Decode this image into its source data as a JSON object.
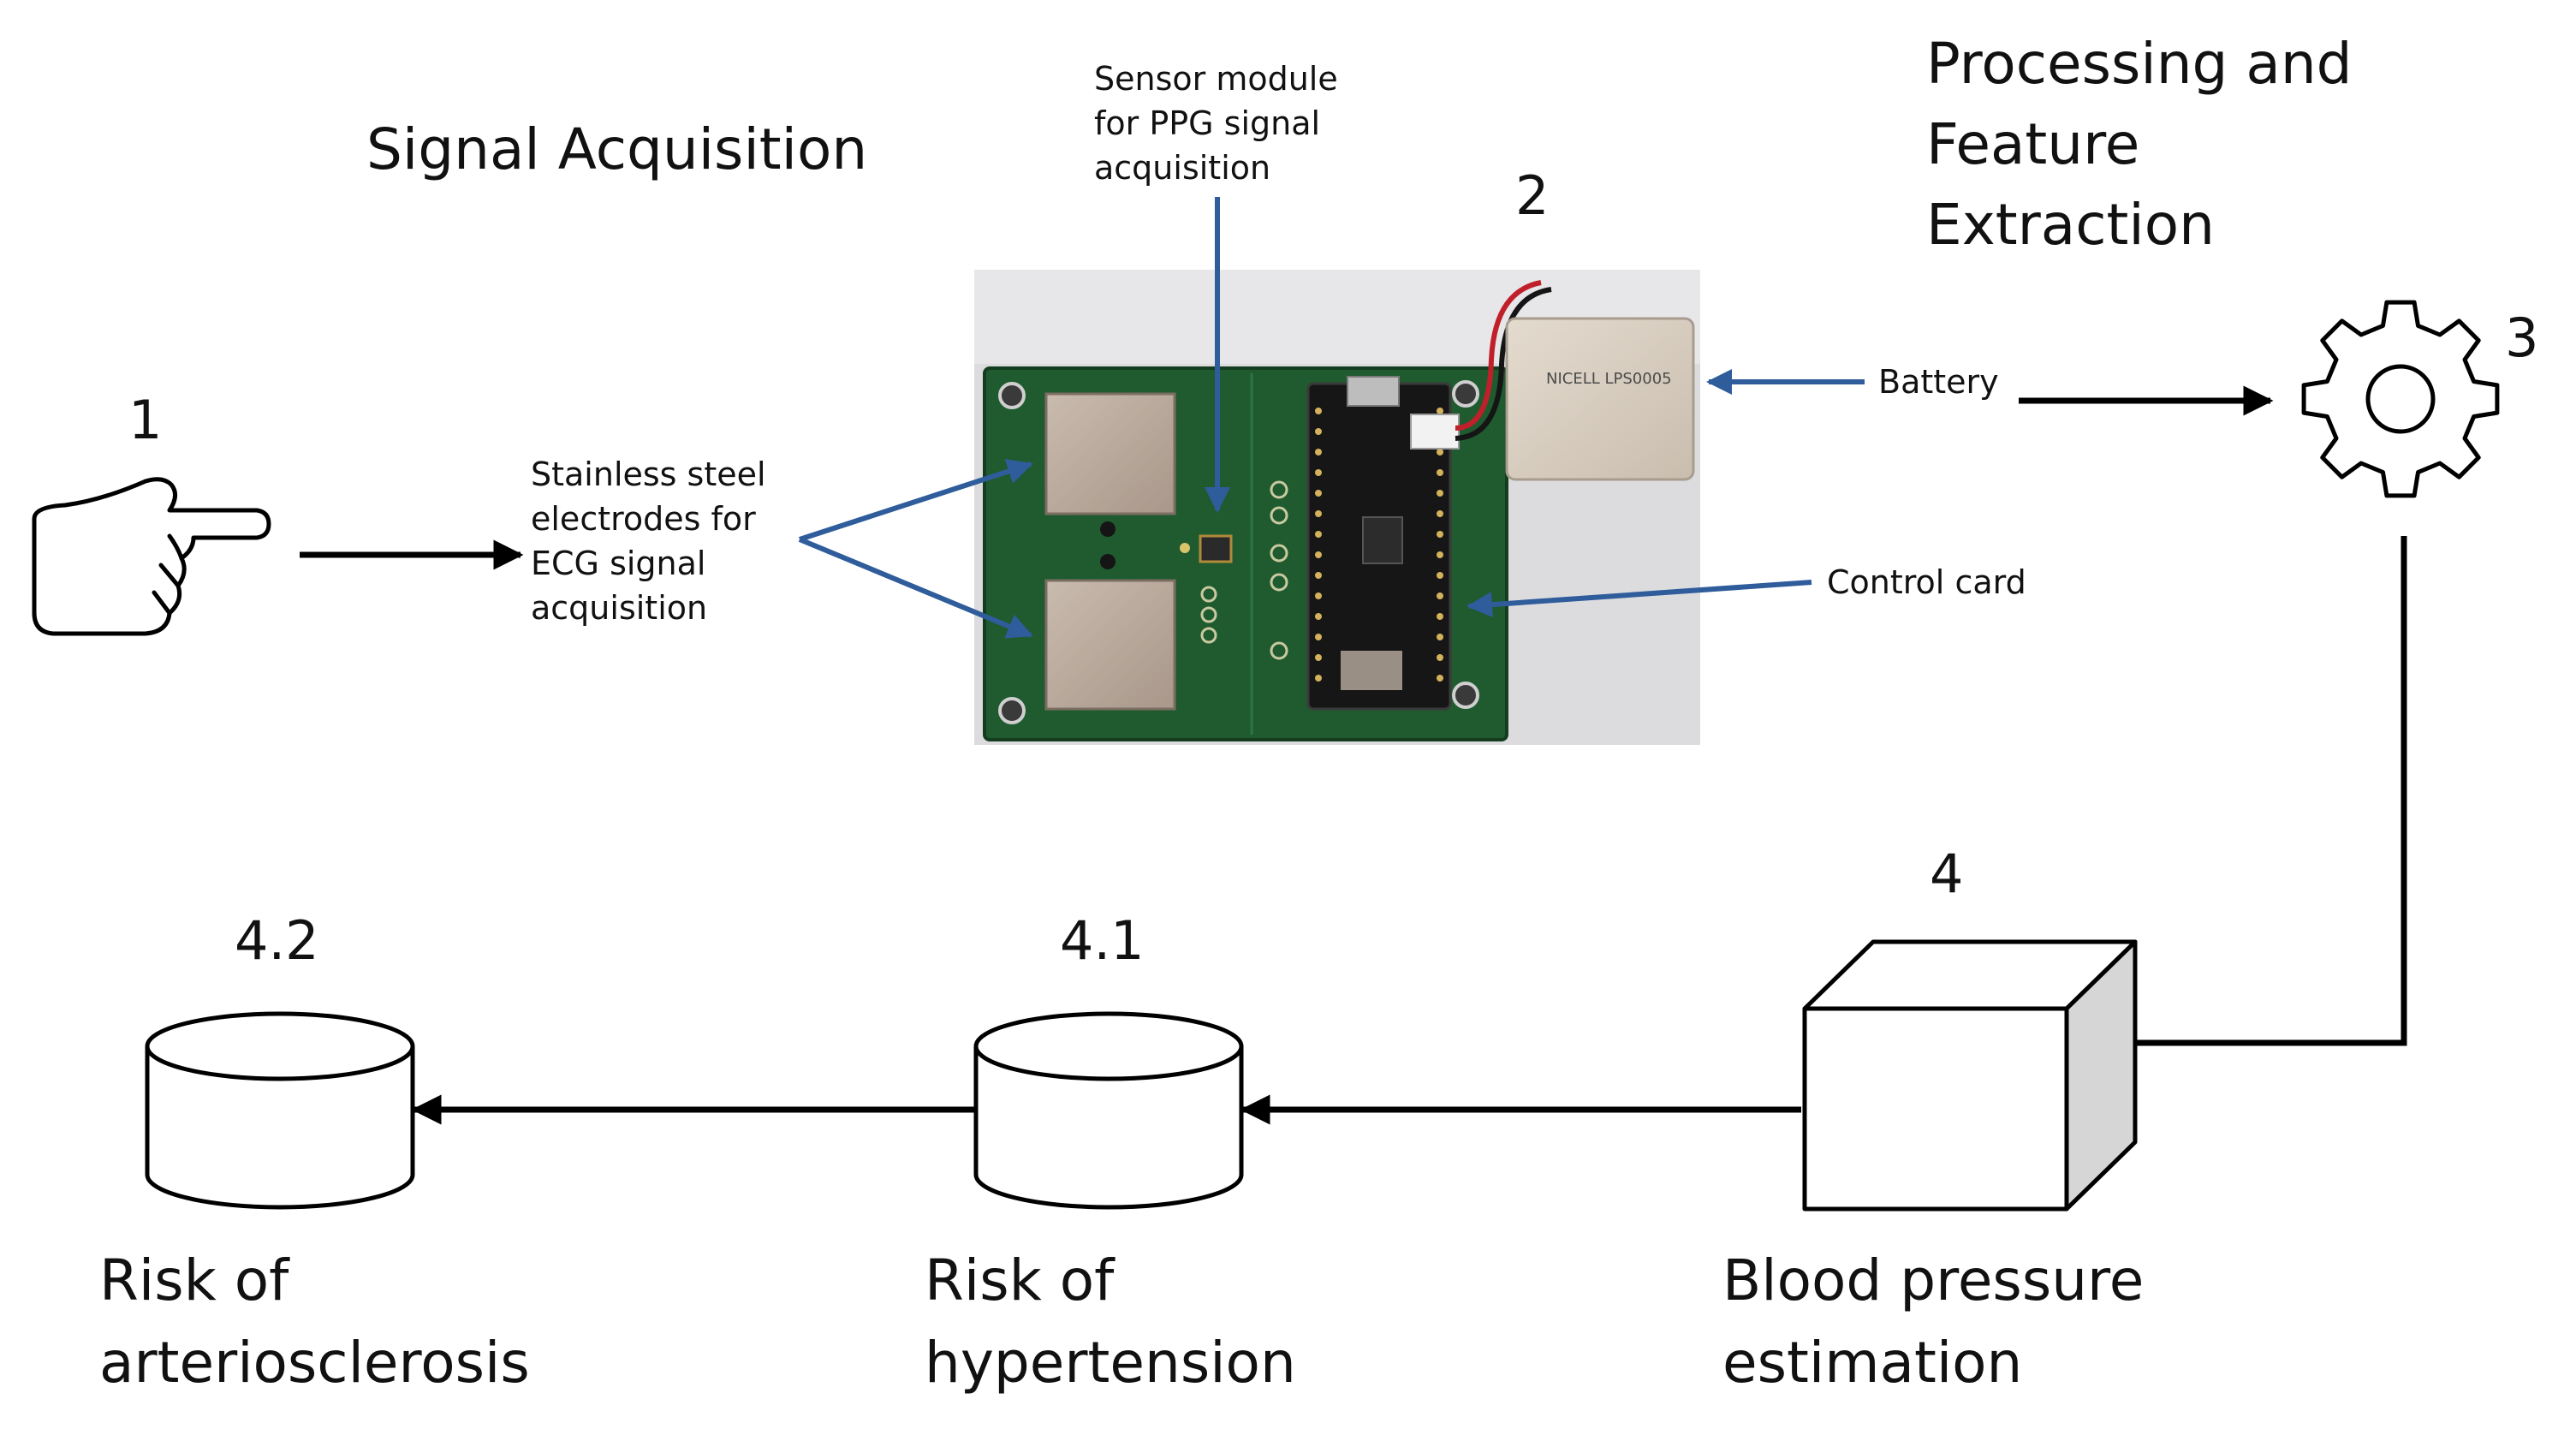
{
  "titles": {
    "signal_acquisition": "Signal Acquisition",
    "processing": "Processing and\nFeature\nExtraction"
  },
  "labels": {
    "sensor_module": "Sensor module\nfor PPG signal\nacquisition",
    "electrodes": "Stainless steel\nelectrodes for\nECG signal\nacquisition",
    "battery": "Battery",
    "control_card": "Control card",
    "blood_pressure": "Blood pressure\nestimation",
    "risk_hypertension": "Risk of\nhypertension",
    "risk_arteriosclerosis": "Risk of\narteriosclerosis"
  },
  "step_numbers": {
    "s1": "1",
    "s2": "2",
    "s3": "3",
    "s4": "4",
    "s41": "4.1",
    "s42": "4.2"
  },
  "board": {
    "battery_print": "NICELL LPS0005"
  },
  "colors": {
    "arrow_black": "#000000",
    "arrow_blue": "#2f5c9b",
    "pcb_green": "#1f5b2f",
    "pad_metal": "#b8a89a",
    "cube_side": "#d6d6d6"
  },
  "icons": {
    "hand": "pointing-hand-icon",
    "gear": "gear-icon",
    "cube": "cube-icon",
    "cylinder": "database-cylinder-icon"
  }
}
